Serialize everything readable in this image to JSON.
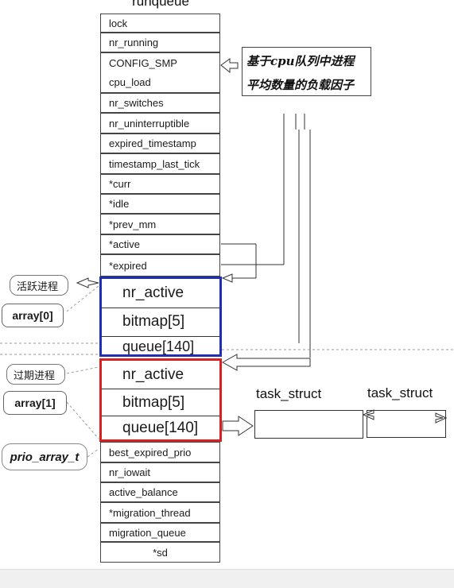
{
  "title": "runqueue",
  "runqueue_fields": [
    {
      "label": "lock"
    },
    {
      "label": "nr_running"
    },
    {
      "label": "CONFIG_SMP"
    },
    {
      "label": "cpu_load"
    },
    {
      "label": "nr_switches"
    },
    {
      "label": "nr_uninterruptible"
    },
    {
      "label": "expired_timestamp"
    },
    {
      "label": "timestamp_last_tick"
    },
    {
      "label": "*curr"
    },
    {
      "label": "*idle"
    },
    {
      "label": "*prev_mm"
    },
    {
      "label": "*active"
    },
    {
      "label": "*expired"
    }
  ],
  "array0": {
    "border_color": "#1f2fb3",
    "rows": [
      "nr_active",
      "bitmap[5]",
      "queue[140]"
    ]
  },
  "array1": {
    "border_color": "#d92121",
    "rows": [
      "nr_active",
      "bitmap[5]",
      "queue[140]"
    ]
  },
  "runqueue_tail": [
    {
      "label": "best_expired_prio"
    },
    {
      "label": "nr_iowait"
    },
    {
      "label": "active_balance"
    },
    {
      "label": "*migration_thread"
    },
    {
      "label": "migration_queue"
    },
    {
      "label": "*sd"
    }
  ],
  "cpu_load_note": {
    "line1": "基于cpu队列中进程",
    "line2": "平均数量的负载因子"
  },
  "side": {
    "active_label": "活跃进程",
    "array0_label": "array[0]",
    "expired_label": "过期进程",
    "array1_label": "array[1]",
    "prio_label": "prio_array_t"
  },
  "task_struct": {
    "label1": "task_struct",
    "label2": "task_struct"
  }
}
